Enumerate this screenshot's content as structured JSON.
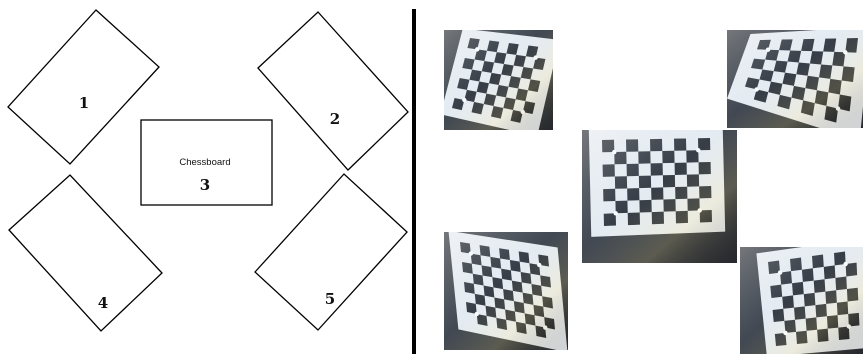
{
  "left_panel": {
    "boards": [
      {
        "id": "board-1",
        "label": "1"
      },
      {
        "id": "board-2",
        "label": "2"
      },
      {
        "id": "board-3",
        "label": "3",
        "caption": "Chessboard"
      },
      {
        "id": "board-4",
        "label": "4"
      },
      {
        "id": "board-5",
        "label": "5"
      }
    ]
  },
  "right_panel": {
    "photos": [
      {
        "id": "photo-top-left",
        "content": "chessboard-photo"
      },
      {
        "id": "photo-top-right",
        "content": "chessboard-photo"
      },
      {
        "id": "photo-center",
        "content": "chessboard-photo"
      },
      {
        "id": "photo-bottom-left",
        "content": "chessboard-photo"
      },
      {
        "id": "photo-bottom-right",
        "content": "chessboard-photo"
      }
    ]
  },
  "colors": {
    "line": "#000000",
    "photo_background": "#2a2d33",
    "board_paper": "#e9ecef",
    "square_dark": "#1d2026",
    "marker": "#ffffff"
  }
}
